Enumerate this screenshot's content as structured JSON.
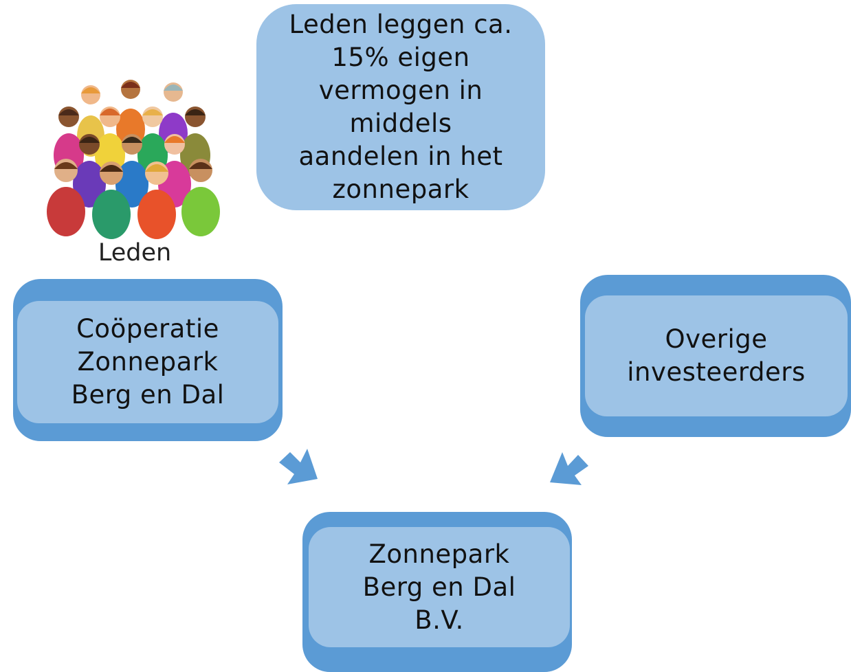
{
  "colors": {
    "light_fill": "#9dc3e6",
    "dark_frame": "#5b9bd5",
    "arrow": "#5b9bd5"
  },
  "bubble": {
    "text": "Leden leggen ca.\n15% eigen\nvermogen in\nmiddels\naandelen in het\nzonnepark"
  },
  "leden": {
    "label": "Leden",
    "icon": "people-crowd-icon"
  },
  "nodes": {
    "cooperatie": "Coöperatie\nZonnepark\nBerg en Dal",
    "overige": "Overige\ninvesteerders",
    "zonnepark_bv": "Zonnepark\nBerg en Dal\nB.V."
  },
  "arrows": [
    {
      "from": "cooperatie",
      "to": "zonnepark_bv",
      "icon": "arrow-down-right-icon"
    },
    {
      "from": "overige",
      "to": "zonnepark_bv",
      "icon": "arrow-down-left-icon"
    }
  ]
}
